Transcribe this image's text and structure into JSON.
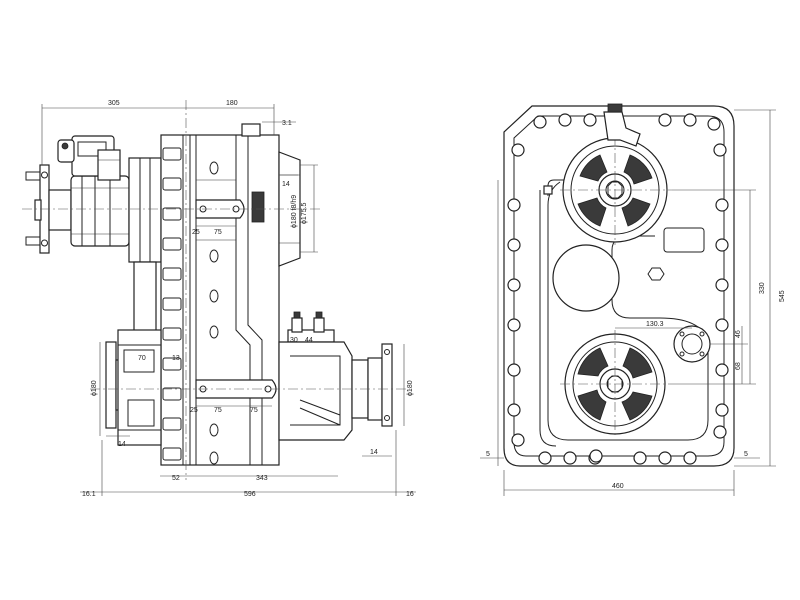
{
  "side_view": {
    "dims": {
      "top_left": "305",
      "top_right": "180",
      "offset_top": "3.1",
      "dim_14_top": "14",
      "dia_upper": "ϕ180 f8/h9",
      "dia_upper_b": "ϕ175.5",
      "d25_a": "25",
      "d75_a": "75",
      "d30": "30",
      "d44": "44",
      "d70": "70",
      "d13": "13",
      "dia_left": "ϕ180",
      "dia_right": "ϕ180",
      "d25_b": "25",
      "d75_b": "75",
      "d75_c": "75",
      "d14_left": "14",
      "d14_right": "14",
      "d52": "52",
      "d343": "343",
      "d16_1": "16.1",
      "d596": "596",
      "d16": "16"
    }
  },
  "front_view": {
    "dims": {
      "d330": "330",
      "d545": "545",
      "d130_3": "130.3",
      "d46": "46",
      "d68": "68",
      "d5_left": "5",
      "d5_right": "5",
      "d460": "460"
    }
  }
}
